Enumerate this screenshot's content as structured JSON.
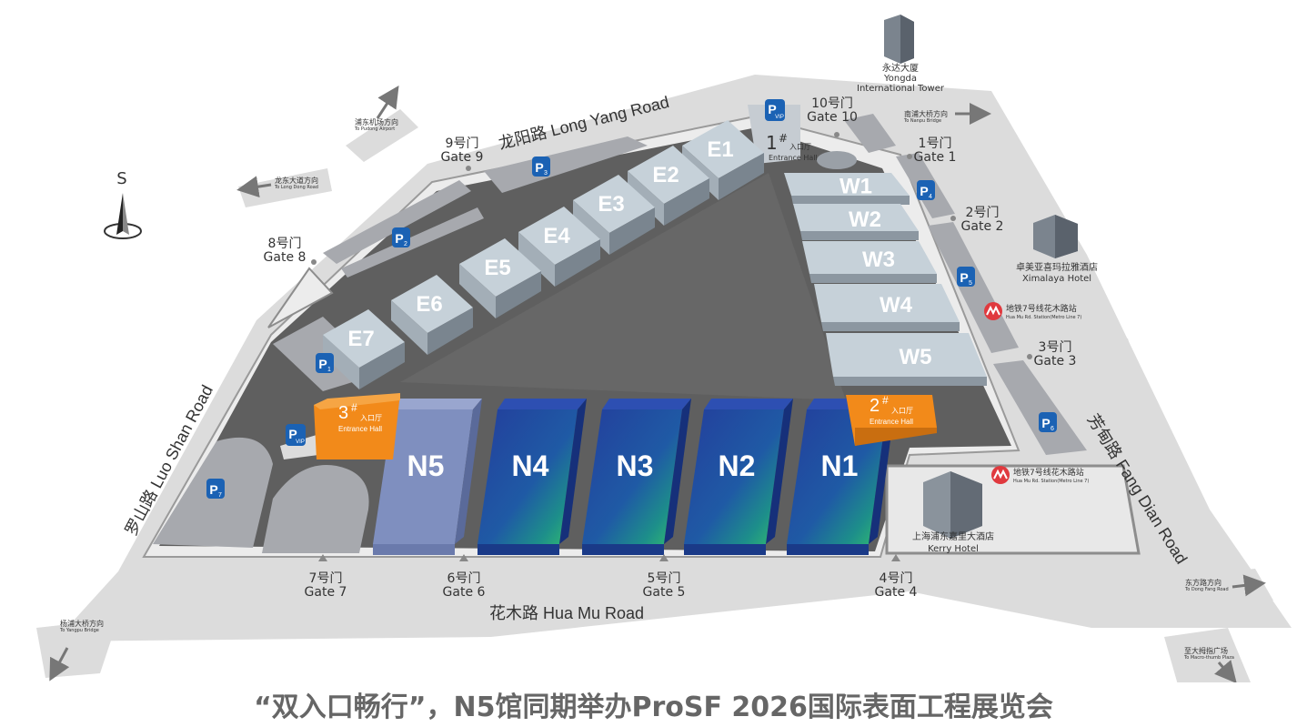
{
  "compass": {
    "label": "S"
  },
  "roads": {
    "north": "龙阳路 Long Yang Road",
    "south": "花木路 Hua Mu Road",
    "west": "罗山路 Luo Shan Road",
    "east": "芳甸路 Fang Dian Road"
  },
  "gates": [
    {
      "cn": "1号门",
      "en": "Gate 1"
    },
    {
      "cn": "2号门",
      "en": "Gate 2"
    },
    {
      "cn": "3号门",
      "en": "Gate 3"
    },
    {
      "cn": "4号门",
      "en": "Gate 4"
    },
    {
      "cn": "5号门",
      "en": "Gate 5"
    },
    {
      "cn": "6号门",
      "en": "Gate 6"
    },
    {
      "cn": "7号门",
      "en": "Gate 7"
    },
    {
      "cn": "8号门",
      "en": "Gate 8"
    },
    {
      "cn": "9号门",
      "en": "Gate 9"
    },
    {
      "cn": "10号门",
      "en": "Gate 10"
    }
  ],
  "halls": {
    "east": [
      "E1",
      "E2",
      "E3",
      "E4",
      "E5",
      "E6",
      "E7"
    ],
    "west": [
      "W1",
      "W2",
      "W3",
      "W4",
      "W5"
    ],
    "north": [
      "N5",
      "N4",
      "N3",
      "N2",
      "N1"
    ]
  },
  "entrances": [
    {
      "num": "1",
      "cn": "入口厅",
      "en": "Entrance Hall"
    },
    {
      "num": "2",
      "cn": "入口厅",
      "en": "Entrance Hall"
    },
    {
      "num": "3",
      "cn": "入口厅",
      "en": "Entrance Hall"
    }
  ],
  "entrance_mark": "#",
  "parking": {
    "letter": "P",
    "vip": "VIP",
    "lots": [
      "1",
      "2",
      "3",
      "4",
      "5",
      "6",
      "7"
    ]
  },
  "directions": [
    {
      "cn": "浦东机场方向",
      "en": "To Pudong Airport"
    },
    {
      "cn": "龙东大道方向",
      "en": "To Long Dong Road"
    },
    {
      "cn": "南浦大桥方向",
      "en": "To Nanpu Bridge"
    },
    {
      "cn": "杨浦大桥方向",
      "en": "To Yangpu Bridge"
    },
    {
      "cn": "东方路方向",
      "en": "To Dong Fang Road"
    },
    {
      "cn": "至大拇指广场",
      "en": "To Macro-thumb Plaza"
    }
  ],
  "landmarks": {
    "yongda": {
      "cn": "永达大厦",
      "en1": "Yongda",
      "en2": "International Tower"
    },
    "ximalaya": {
      "cn": "卓美亚喜玛拉雅酒店",
      "en": "Ximalaya Hotel"
    },
    "kerry": {
      "cn": "上海浦东嘉里大酒店",
      "en": "Kerry Hotel"
    }
  },
  "metro": [
    {
      "cn": "地铁7号线花木路站",
      "en": "Hua Mu Rd. Station(Metro Line 7)"
    },
    {
      "cn": "地铁7号线花木路站",
      "en": "Hua Mu Rd. Station(Metro Line 7)"
    }
  ],
  "caption": "“双入口畅行”，N5馆同期举办ProSF 2026国际表面工程展览会",
  "colors": {
    "road": "#dcdcdc",
    "ground": "#5f5f5f",
    "hall_gray": "#c6d1d9",
    "hall_n5": "#7f8fbf",
    "hall_blue": "#1f3f9a",
    "hall_green": "#2fb26a",
    "entrance": "#f28a1a",
    "parking": "#1b62b4",
    "metro": "#e0393e"
  }
}
